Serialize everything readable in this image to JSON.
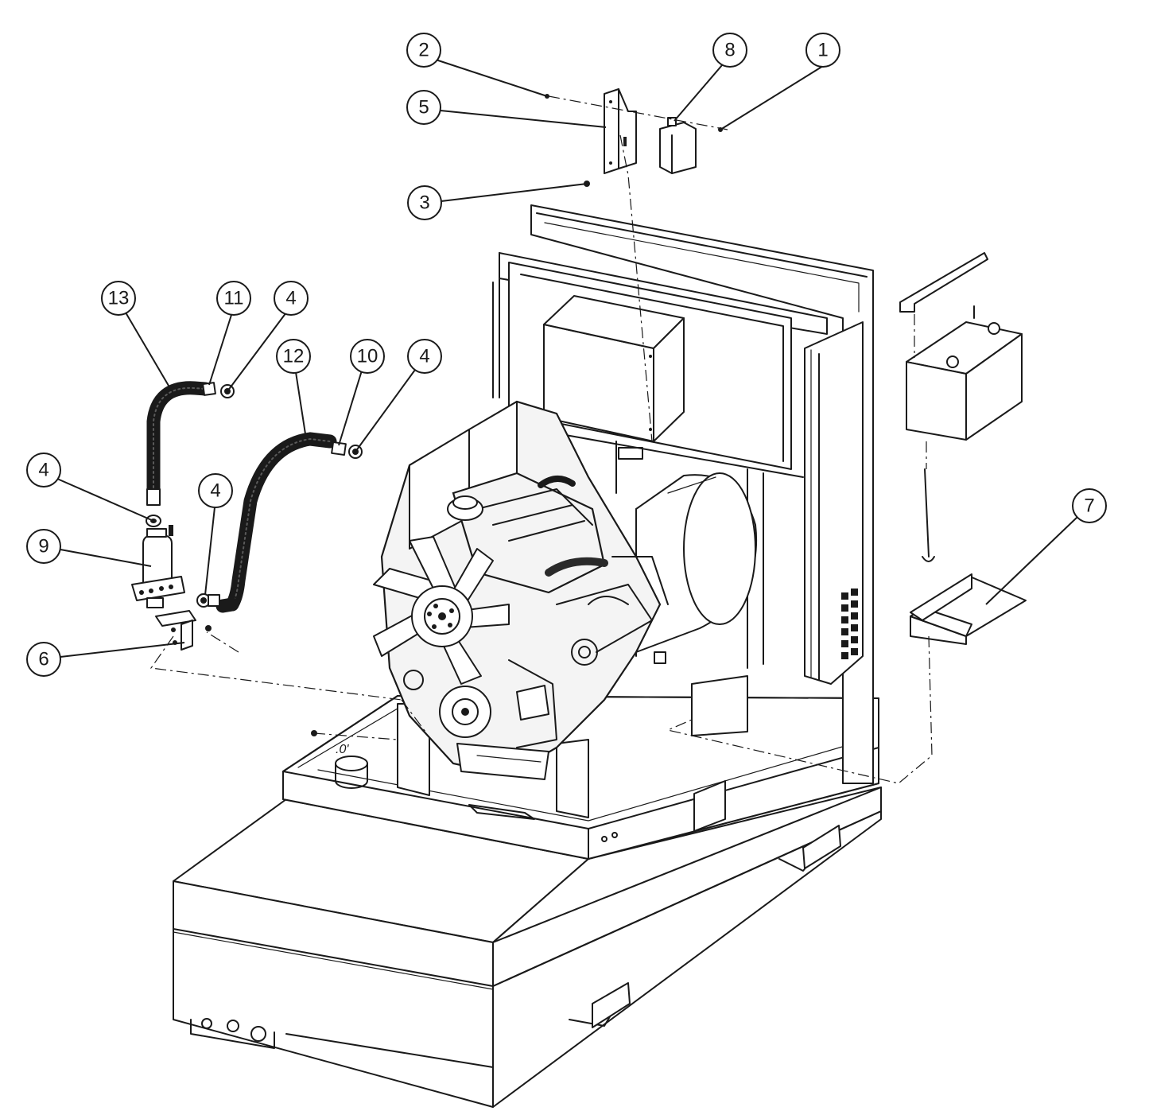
{
  "callouts": [
    {
      "id": "callout-1",
      "label": "1"
    },
    {
      "id": "callout-2",
      "label": "2"
    },
    {
      "id": "callout-3",
      "label": "3"
    },
    {
      "id": "callout-4a",
      "label": "4"
    },
    {
      "id": "callout-4b",
      "label": "4"
    },
    {
      "id": "callout-4c",
      "label": "4"
    },
    {
      "id": "callout-4d",
      "label": "4"
    },
    {
      "id": "callout-5",
      "label": "5"
    },
    {
      "id": "callout-6",
      "label": "6"
    },
    {
      "id": "callout-7",
      "label": "7"
    },
    {
      "id": "callout-8",
      "label": "8"
    },
    {
      "id": "callout-9",
      "label": "9"
    },
    {
      "id": "callout-10",
      "label": "10"
    },
    {
      "id": "callout-11",
      "label": "11"
    },
    {
      "id": "callout-12",
      "label": "12"
    },
    {
      "id": "callout-13",
      "label": "13"
    }
  ],
  "markings": {
    "base_mark": ".0'"
  },
  "colors": {
    "line": "#1a1a1a",
    "background": "#ffffff"
  }
}
